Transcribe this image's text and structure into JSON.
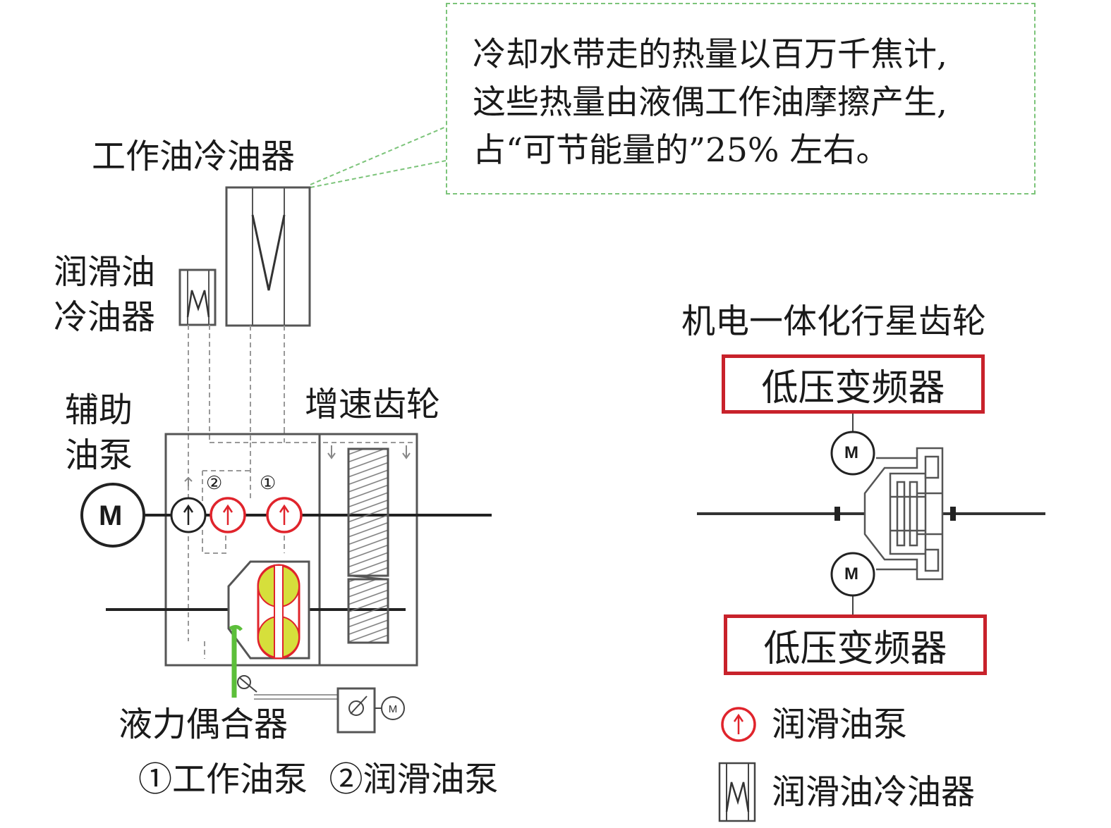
{
  "callout": {
    "lines": [
      "冷却水带走的热量以百万千焦计,",
      "这些热量由液偶工作油摩擦产生,",
      "占“可节能量的”25% 左右。"
    ]
  },
  "left": {
    "working_oil_cooler": "工作油冷油器",
    "lube_oil_cooler_line1": "润滑油",
    "lube_oil_cooler_line2": "冷油器",
    "aux_pump_line1": "辅助",
    "aux_pump_line2": "油泵",
    "speed_gear": "增速齿轮",
    "fluid_coupling": "液力偶合器",
    "pump2_mark": "②",
    "pump1_mark": "①",
    "motor_label": "M",
    "footnote": "①工作油泵  ②润滑油泵"
  },
  "right": {
    "title": "机电一体化行星齿轮",
    "inverter_top": "低压变频器",
    "inverter_bottom": "低压变频器",
    "motor_label": "M"
  },
  "legend": {
    "pump_label": "润滑油泵",
    "cooler_label": "润滑油冷油器"
  },
  "colors": {
    "accent_red": "#c8222b",
    "pump_red": "#e0242c",
    "callout_green": "#7cc47a",
    "coupling_yellow": "#d6df3b",
    "lever_green": "#5cbf3a"
  }
}
